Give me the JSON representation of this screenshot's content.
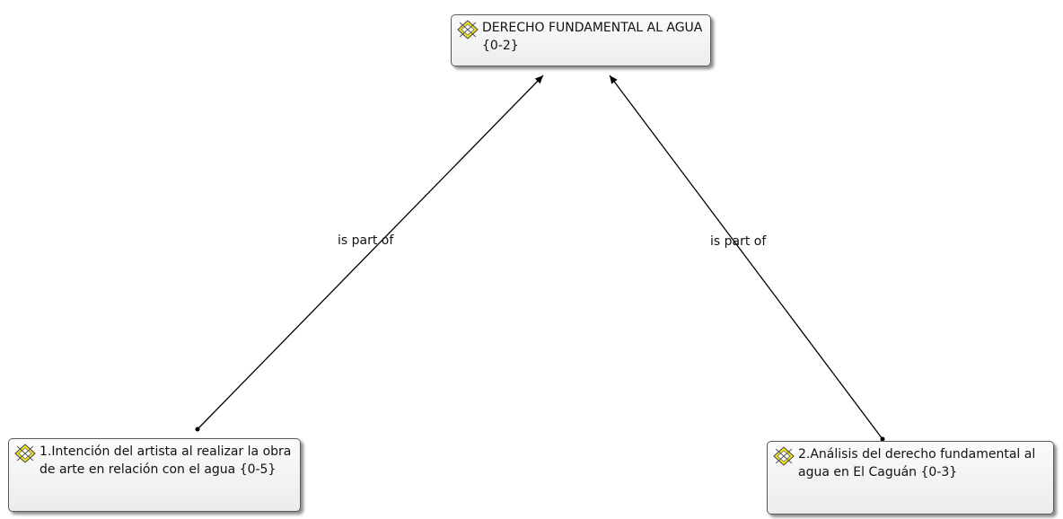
{
  "nodes": {
    "top": {
      "label": "DERECHO FUNDAMENTAL AL AGUA {0-2}",
      "icon": "code-star-icon"
    },
    "left": {
      "label": "1.Intención del artista al realizar la obra de arte en relación con el agua {0-5}",
      "icon": "code-star-icon"
    },
    "right": {
      "label": "2.Análisis del derecho fundamental al agua en El Caguán {0-3}",
      "icon": "code-star-icon"
    }
  },
  "edges": {
    "left_to_top": {
      "label": "is part of"
    },
    "right_to_top": {
      "label": "is part of"
    }
  },
  "colors": {
    "node_border": "#5a5a5a",
    "icon_yellow": "#f2e51c",
    "edge": "#000000"
  }
}
